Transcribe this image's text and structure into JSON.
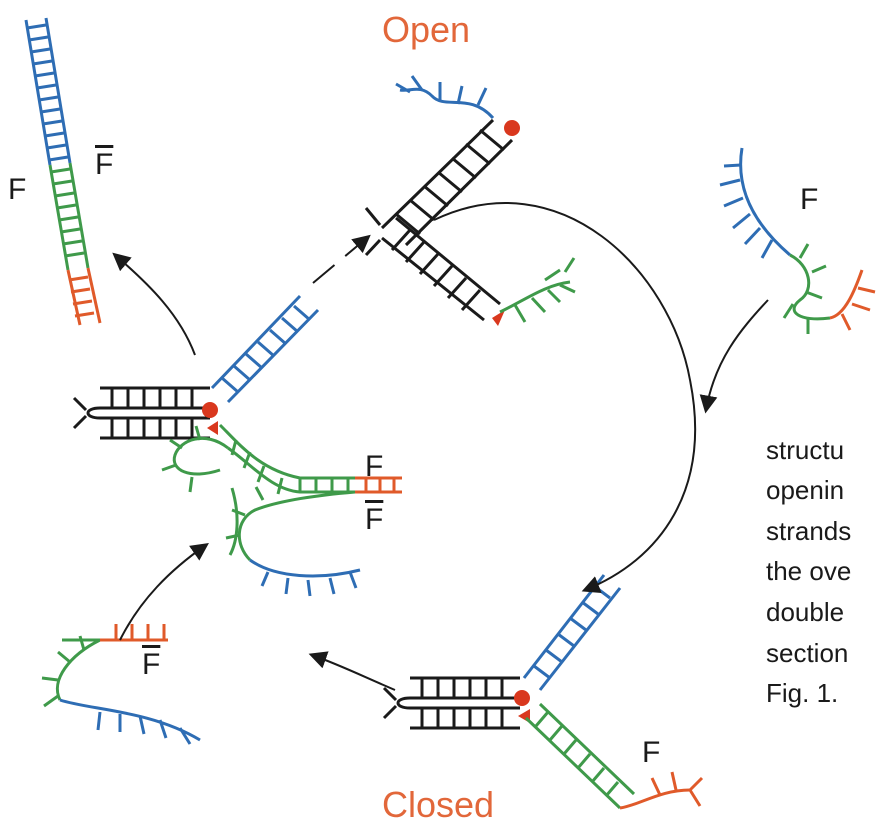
{
  "colors": {
    "blue": "#2e6db4",
    "green": "#3f9a4a",
    "orange": "#e05a2a",
    "black": "#1a1a1a",
    "state_label": "#e2673a",
    "red_marker": "#d9381e"
  },
  "labels": {
    "open": "Open",
    "closed": "Closed",
    "f": "F",
    "f_bar": "F"
  },
  "caption_lines": [
    "structu",
    "openin",
    "strands",
    "the ove",
    "double",
    "section",
    "Fig. 1."
  ]
}
